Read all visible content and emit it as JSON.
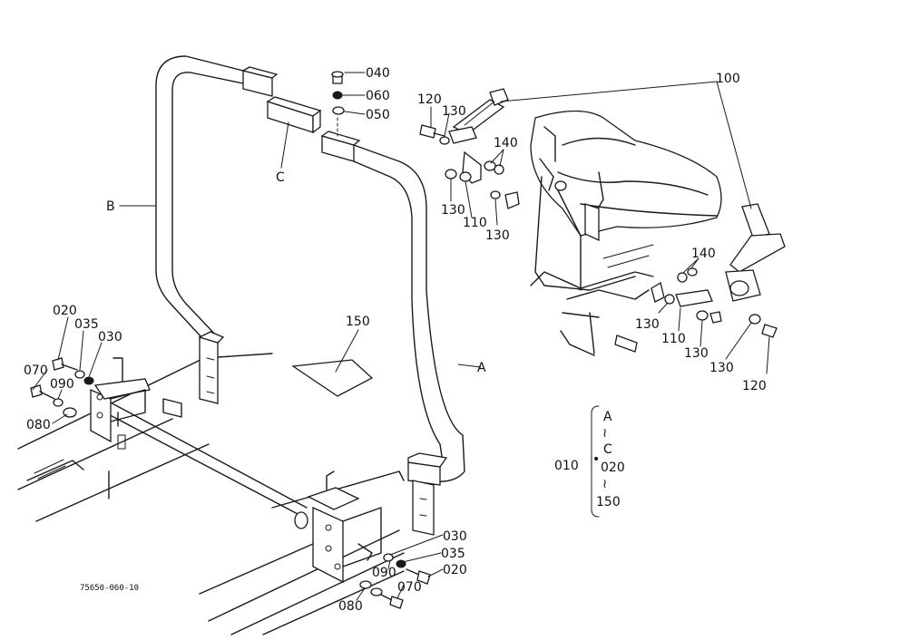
{
  "diagram": {
    "labels": {
      "p040": "040",
      "p060": "060",
      "p050": "050",
      "p100": "100",
      "p120a": "120",
      "p130a": "130",
      "p140a": "140",
      "p130b": "130",
      "p110a": "110",
      "p130c": "130",
      "pC": "C",
      "pB": "B",
      "p020a": "020",
      "p035a": "035",
      "p030a": "030",
      "p070a": "070",
      "p090a": "090",
      "p080a": "080",
      "p150": "150",
      "pA": "A",
      "p140b": "140",
      "p130d": "130",
      "p110b": "110",
      "p130e": "130",
      "p130f": "130",
      "p120b": "120",
      "p030b": "030",
      "p035b": "035",
      "p090b": "090",
      "p020b": "020",
      "p070b": "070",
      "p080b": "080",
      "drawing_number": "75650-060-10"
    },
    "legend": {
      "top": "A",
      "sep1": "≀",
      "mid": "C",
      "left": "010",
      "dot": "•",
      "right": "020",
      "sep2": "≀",
      "bottom": "150"
    }
  }
}
